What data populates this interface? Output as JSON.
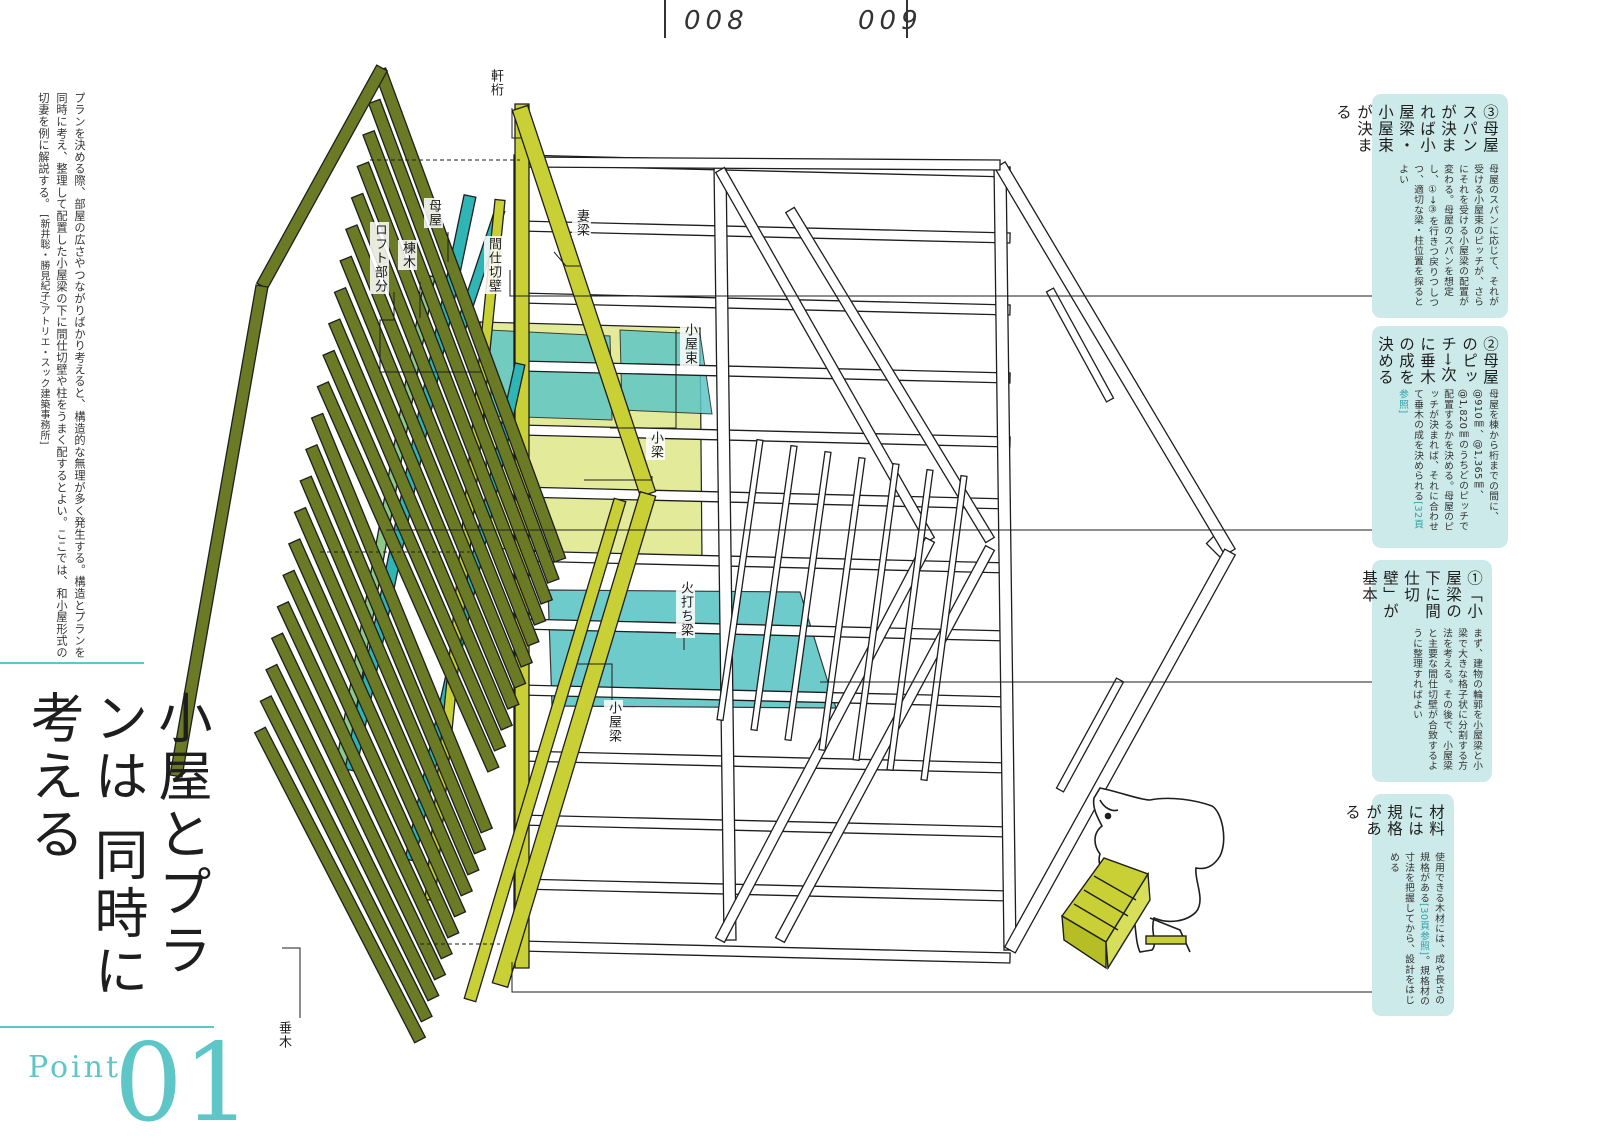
{
  "page_numbers": {
    "left": "008",
    "right": "009"
  },
  "section": {
    "label": "Point",
    "number": "01"
  },
  "title": {
    "line1": "小屋とプランは",
    "line2": "同時に考える"
  },
  "intro": {
    "text": "プランを決める際、部屋の広さやつながりばかり考えると、構造的な無理が多く発生する。構造とプランを同時に考え、整理して配置した小屋梁の下に間仕切壁や柱をうまく配するとよい。ここでは、和小屋形式の切妻を例に解説する。",
    "credit": "[新井聡・勝見紀子/アトリエ・スック建築事務所]"
  },
  "notes": {
    "n3": {
      "title": "③母屋スパンが決まれば小屋梁・小屋束が決まる",
      "body": "母屋のスパンに応じて、それが受ける小屋束のピッチが、さらにそれを受ける小屋梁の配置が変わる。母屋のスパンを想定し、①→③を行きつ戻りつしつつ、適切な梁・柱位置を探るとよい"
    },
    "n2": {
      "title": "②母屋のピッチ→次に垂木の成を決める",
      "body": "母屋を棟から桁までの間に、@910㎜、@1,365㎜、@1,820㎜のうちどのピッチで配置するかを決める。母屋のピッチが決まれば、それに合わせて垂木の成を決められる",
      "ref": "[32頁参照]"
    },
    "n1": {
      "title": "①「小屋梁の下に間仕切壁」が基本",
      "body": "まず、建物の輪郭を小屋梁と小梁で大きな格子状に分割する方法を考える。その後で、小屋梁と主要な間仕切壁が合致するように整理すればよい"
    },
    "n0": {
      "title": "材料には規格がある",
      "body_pre": "使用できる木材には、成や長さの規格がある",
      "ref": "[30頁参照]",
      "body_post": "。規格材の寸法を把握してから、設計をはじめる"
    }
  },
  "labels": {
    "nokigeta": "軒桁",
    "moya": "母屋",
    "loft": "ロフト部分",
    "munagi": "棟木",
    "tsumabari": "妻梁",
    "majikiri": "間仕切壁",
    "koyazuka": "小屋束",
    "kobari": "小梁",
    "hiuchi": "火打ち梁",
    "koyabari": "小屋梁",
    "taruki": "垂木"
  },
  "colors": {
    "rafter": "#6b7a25",
    "ridge": "#2fb5b5",
    "moya_green": "#8fc98a",
    "eave_beam": "#c8d035",
    "teal_fill": "#5ec6c6",
    "loft_fill": "#e3ea9a",
    "note_bg": "#cdeaea",
    "accent": "#5ec6c6"
  }
}
